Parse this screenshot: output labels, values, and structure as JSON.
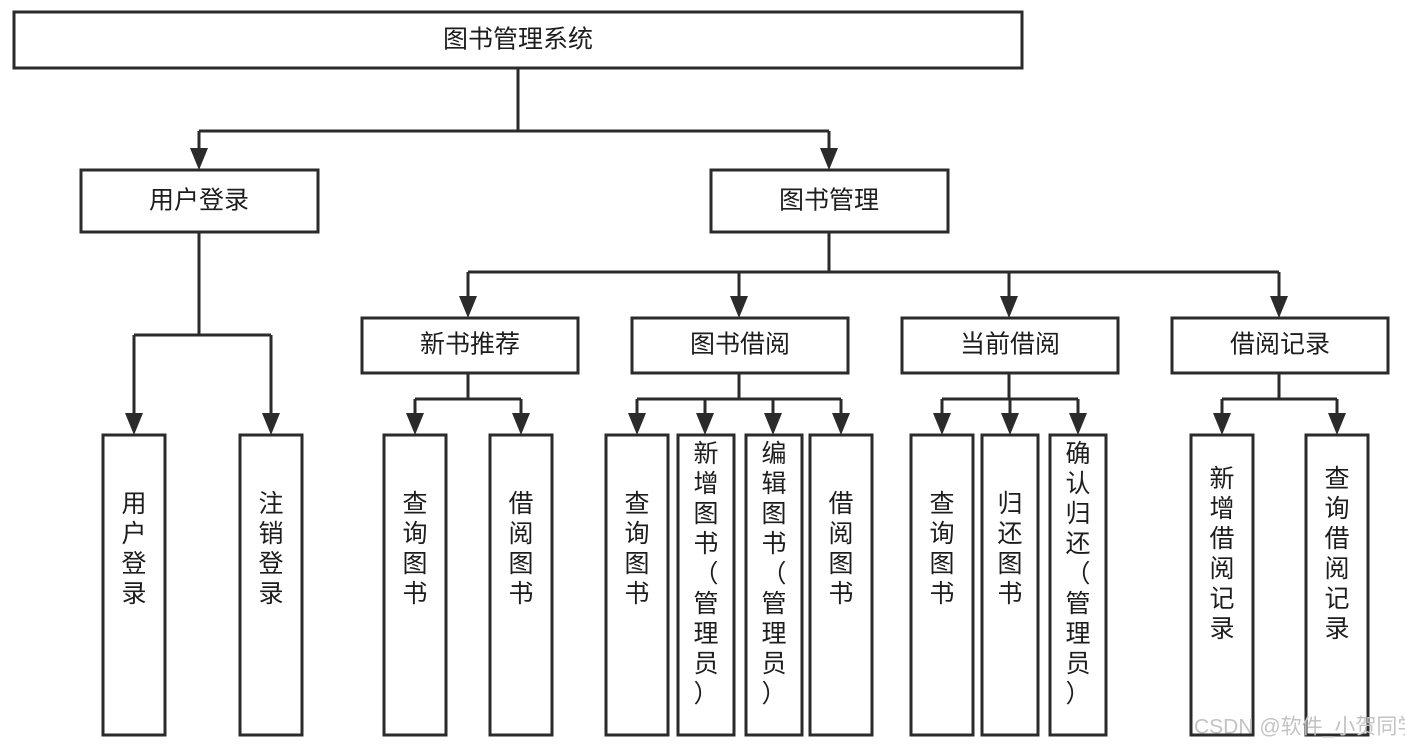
{
  "diagram": {
    "type": "tree-hierarchy",
    "title": "图书管理系统",
    "levels": {
      "root": {
        "label": "图书管理系统"
      },
      "level1": [
        {
          "id": "user-login",
          "label": "用户登录"
        },
        {
          "id": "book-manage",
          "label": "图书管理"
        }
      ],
      "level2": [
        {
          "id": "new-book-recommend",
          "label": "新书推荐",
          "parent": "book-manage"
        },
        {
          "id": "book-borrow",
          "label": "图书借阅",
          "parent": "book-manage"
        },
        {
          "id": "current-borrow",
          "label": "当前借阅",
          "parent": "book-manage"
        },
        {
          "id": "borrow-record",
          "label": "借阅记录",
          "parent": "book-manage"
        }
      ],
      "leaves": [
        {
          "id": "leaf-user-login",
          "label": "用户登录",
          "parent": "user-login"
        },
        {
          "id": "leaf-user-logout",
          "label": "注销登录",
          "parent": "user-login"
        },
        {
          "id": "leaf-query-book-1",
          "label": "查询图书",
          "parent": "new-book-recommend"
        },
        {
          "id": "leaf-borrow-book-1",
          "label": "借阅图书",
          "parent": "new-book-recommend"
        },
        {
          "id": "leaf-query-book-2",
          "label": "查询图书",
          "parent": "book-borrow"
        },
        {
          "id": "leaf-add-book",
          "label": "新增图书（管理员）",
          "parent": "book-borrow"
        },
        {
          "id": "leaf-edit-book",
          "label": "编辑图书（管理员）",
          "parent": "book-borrow"
        },
        {
          "id": "leaf-borrow-book-2",
          "label": "借阅图书",
          "parent": "book-borrow"
        },
        {
          "id": "leaf-query-book-3",
          "label": "查询图书",
          "parent": "current-borrow"
        },
        {
          "id": "leaf-return-book",
          "label": "归还图书",
          "parent": "current-borrow"
        },
        {
          "id": "leaf-confirm-return",
          "label": "确认归还（管理员）",
          "parent": "current-borrow"
        },
        {
          "id": "leaf-add-record",
          "label": "新增借阅记录",
          "parent": "borrow-record"
        },
        {
          "id": "leaf-query-record",
          "label": "查询借阅记录",
          "parent": "borrow-record"
        }
      ]
    },
    "watermark": "CSDN @软件_小贺同学",
    "colors": {
      "background": "#ffffff",
      "box_fill": "#ffffff",
      "box_stroke": "#2b2b2b",
      "text": "#1d1d1d",
      "watermark": "#c3c3c3"
    }
  }
}
